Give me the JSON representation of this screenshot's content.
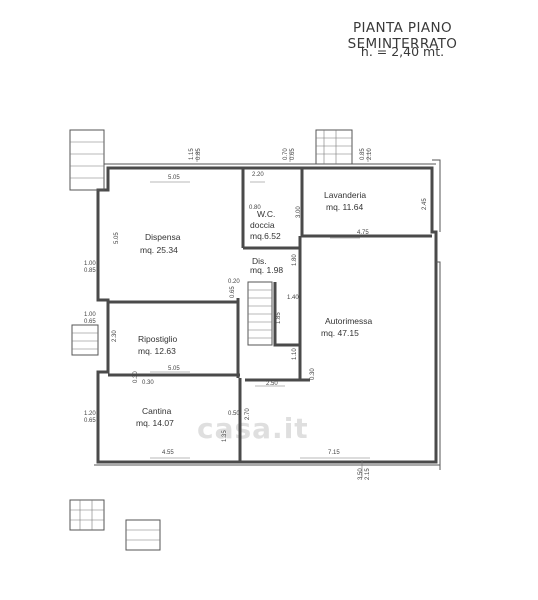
{
  "title": "PIANTA PIANO SEMINTERRATO",
  "subtitle": "h. = 2,40 mt.",
  "watermark": "casa.it",
  "rooms": [
    {
      "name": "Dispensa",
      "area": "mq. 25.34"
    },
    {
      "name": "W.C.",
      "name2": "doccia",
      "area": "mq.6.52"
    },
    {
      "name": "Lavanderia",
      "area": "mq. 11.64"
    },
    {
      "name": "Dis.",
      "area": "mq. 1.98"
    },
    {
      "name": "Autorimessa",
      "area": "mq. 47.15"
    },
    {
      "name": "Ripostiglio",
      "area": "mq. 12.63"
    },
    {
      "name": "Cantina",
      "area": "mq. 14.07"
    }
  ],
  "dimensions": [
    "5.05",
    "2.20",
    "4.75",
    "5.05",
    "2.50",
    "4.55",
    "7.15",
    "5.05",
    "3.00",
    "2.45",
    "1.80",
    "1.40",
    "1.85",
    "1.10",
    "0.80",
    "0.20",
    "0.65",
    "0.30",
    "0.30",
    "0.30",
    "0.50",
    "2.70",
    "1.35",
    "2.30",
    "1.00",
    "0.85",
    "1.00",
    "0.65",
    "1.20",
    "0.65",
    "1.15",
    "0.85",
    "0.70",
    "0.65",
    "0.85",
    "2.10",
    "3.50",
    "2.15"
  ]
}
